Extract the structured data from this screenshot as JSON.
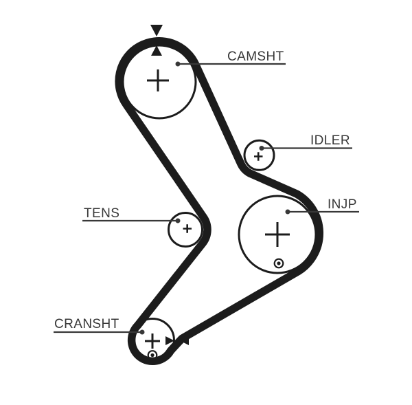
{
  "diagram": {
    "type": "timing-belt-routing",
    "labels": {
      "camshaft": {
        "text": "CAMSHT"
      },
      "idler": {
        "text": "IDLER"
      },
      "injection_pump": {
        "text": "INJP"
      },
      "tensioner": {
        "text": "TENS"
      },
      "crankshaft": {
        "text": "CRANSHT"
      }
    },
    "markers": {
      "camshaft_timing_mark": "two solid triangles pointing at belt from above and below",
      "crankshaft_timing_mark": "two solid triangles pointing at belt from left and right",
      "pivot_symbols": "circled dot on injection pump and crankshaft"
    },
    "colors": {
      "ink": "#1c1c1c",
      "label": "#383838",
      "background": "#ffffff"
    }
  }
}
